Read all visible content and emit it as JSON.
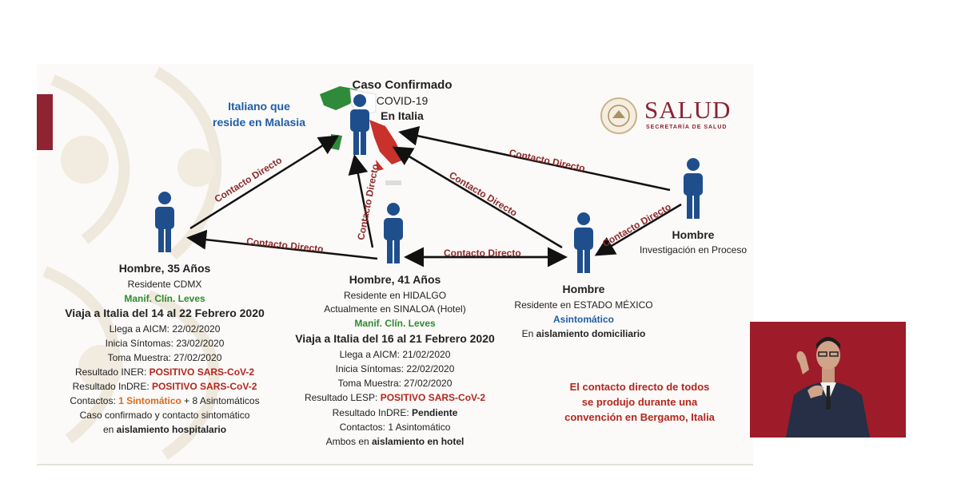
{
  "logo": {
    "name": "SALUD",
    "subtitle": "SECRETARÍA DE SALUD"
  },
  "center_case": {
    "title_line1": "Caso Confirmado",
    "title_line2": "COVID-19",
    "title_line3": "En Italia"
  },
  "italian": {
    "line1": "Italiano que",
    "line2": "reside en Malasia"
  },
  "arrow_label": "Contacto Directo",
  "person1": {
    "title": "Hombre, 35 Años",
    "residence": "Residente CDMX",
    "symptoms": "Manif. Clín. Leves",
    "travel": "Viaja a Italia del 14 al 22 Febrero 2020",
    "arrival": "Llega a AICM: 22/02/2020",
    "onset": "Inicia Síntomas: 23/02/2020",
    "sample": "Toma Muestra: 27/02/2020",
    "iner_label": "Resultado INER:",
    "iner_value": "POSITIVO SARS-CoV-2",
    "indre_label": "Resultado InDRE:",
    "indre_value": "POSITIVO SARS-CoV-2",
    "contacts_label": "Contactos:",
    "contacts_symptomatic": "1 Sintomático",
    "contacts_rest": "+ 8 Asintomáticos",
    "note": "Caso confirmado y contacto sintomático",
    "isolation_prefix": "en",
    "isolation": "aislamiento hospitalario"
  },
  "person2": {
    "title": "Hombre, 41 Años",
    "residence": "Residente en HIDALGO",
    "current": "Actualmente en SINALOA (Hotel)",
    "symptoms": "Manif. Clín. Leves",
    "travel": "Viaja a Italia del 16 al 21 Febrero 2020",
    "arrival": "Llega a AICM: 21/02/2020",
    "onset": "Inicia Síntomas: 22/02/2020",
    "sample": "Toma Muestra: 27/02/2020",
    "lesp_label": "Resultado LESP:",
    "lesp_value": "POSITIVO SARS-CoV-2",
    "indre_label": "Resultado InDRE:",
    "indre_value": "Pendiente",
    "contacts": "Contactos: 1 Asintomático",
    "isolation_prefix": "Ambos en",
    "isolation": "aislamiento en hotel"
  },
  "person3": {
    "title": "Hombre",
    "residence": "Residente en ESTADO MÉXICO",
    "status": "Asintomático",
    "isolation_prefix": "En",
    "isolation": "aislamiento domiciliario"
  },
  "person4": {
    "title": "Hombre",
    "status": "Investigación en Proceso"
  },
  "closing": {
    "line1": "El contacto directo de todos",
    "line2": "se produjo durante una",
    "line3": "convención en Bergamo, Italia"
  },
  "colors": {
    "brand": "#8a2231",
    "blue_person": "#1f4e8c",
    "arrow": "#111111",
    "arrow_label": "#8c2a2a",
    "positive": "#b3261e",
    "mild": "#2e8b2e"
  }
}
